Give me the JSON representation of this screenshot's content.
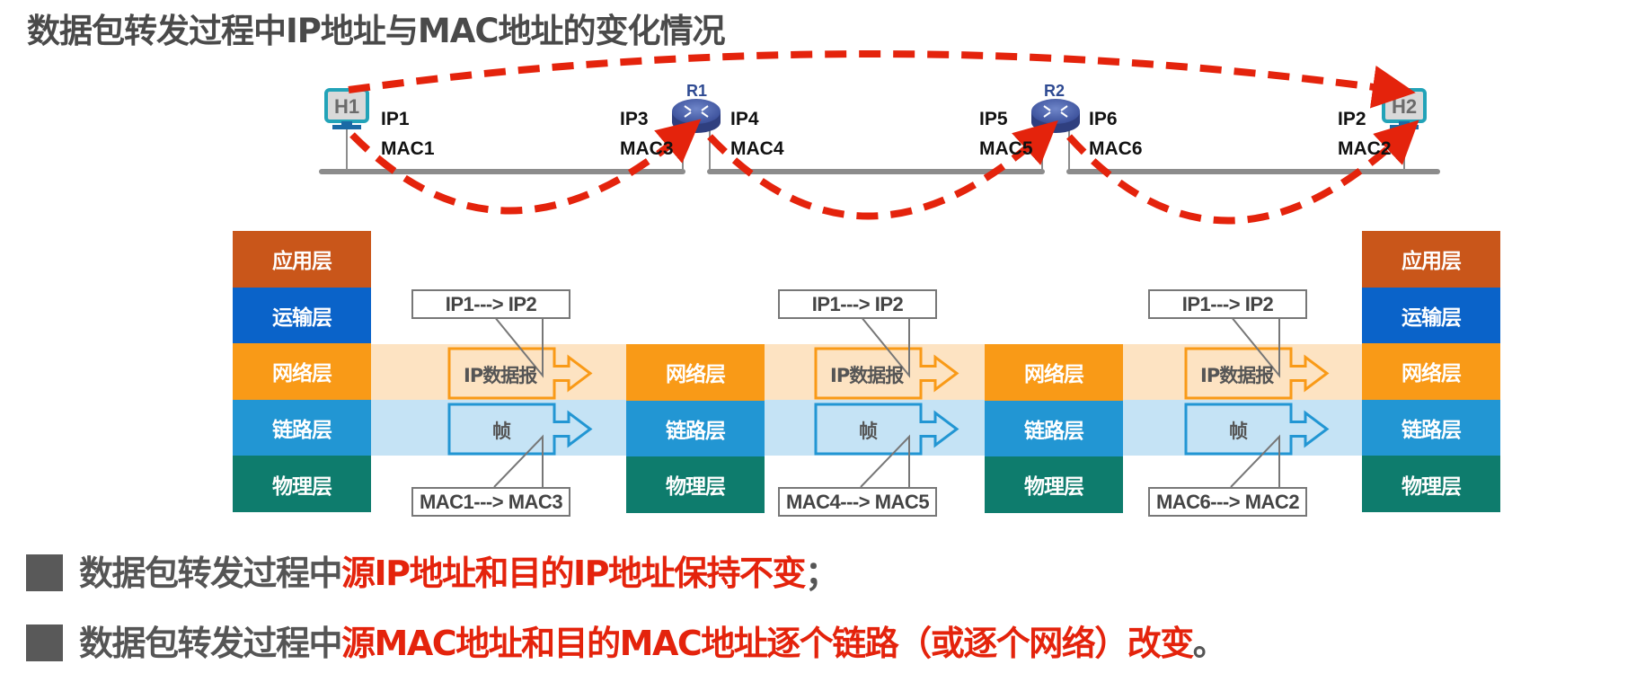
{
  "title": "数据包转发过程中IP地址与MAC地址的变化情况",
  "colors": {
    "application": "#c9561a",
    "transport": "#0a63c9",
    "network": "#f99a17",
    "link": "#2296d3",
    "physical": "#0e7c6d",
    "path": "#e4230c",
    "emphasis": "#e4230c"
  },
  "topology": {
    "hosts": [
      {
        "id": "H1",
        "ip": "IP1",
        "mac": "MAC1"
      },
      {
        "id": "H2",
        "ip": "IP2",
        "mac": "MAC2"
      }
    ],
    "routers": [
      {
        "id": "R1",
        "left_ip": "IP3",
        "left_mac": "MAC3",
        "right_ip": "IP4",
        "right_mac": "MAC4"
      },
      {
        "id": "R2",
        "left_ip": "IP5",
        "left_mac": "MAC5",
        "right_ip": "IP6",
        "right_mac": "MAC6"
      }
    ]
  },
  "stacks": {
    "host_layers": [
      "应用层",
      "运输层",
      "网络层",
      "链路层",
      "物理层"
    ],
    "router_layers": [
      "网络层",
      "链路层",
      "物理层"
    ]
  },
  "hops": [
    {
      "datagram": "IP数据报",
      "frame": "帧",
      "ip_note": "IP1---> IP2",
      "mac_note": "MAC1---> MAC3"
    },
    {
      "datagram": "IP数据报",
      "frame": "帧",
      "ip_note": "IP1---> IP2",
      "mac_note": "MAC4---> MAC5"
    },
    {
      "datagram": "IP数据报",
      "frame": "帧",
      "ip_note": "IP1---> IP2",
      "mac_note": "MAC6---> MAC2"
    }
  ],
  "bullets": [
    {
      "prefix": "数据包转发过程中",
      "highlight": "源IP地址和目的IP地址保持不变",
      "suffix": "；"
    },
    {
      "prefix": "数据包转发过程中",
      "highlight": "源MAC地址和目的MAC地址逐个链路（或逐个网络）改变",
      "suffix": "。"
    }
  ]
}
